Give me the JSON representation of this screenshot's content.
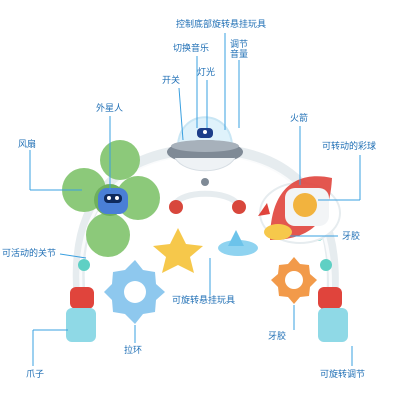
{
  "labels": {
    "bottom_rotate_pendant_control": "控制底部旋转悬挂玩具",
    "switch_music": "切换音乐",
    "lights": "灯光",
    "adjust_volume": "调节\n音量",
    "power_switch": "开关",
    "alien": "外星人",
    "rocket": "火箭",
    "fan": "风扇",
    "rotating_ball": "可转动的彩球",
    "teether_right": "牙胶",
    "movable_joint": "可活动的关节",
    "rotating_pendant_toys": "可旋转悬挂玩具",
    "ring": "拉环",
    "teether_bottom": "牙胶",
    "claw": "爪子",
    "rotating_adjust": "可旋转调节"
  },
  "colors": {
    "label_text": "#1f6fb5",
    "leader_line": "#3aa0e0",
    "arch": "#e9eef2",
    "teal": "#5fd0c4",
    "red": "#e0443c",
    "yellow": "#f6c84b",
    "blue": "#8fd3f0",
    "green": "#8cc97a",
    "orange": "#f29a4a"
  }
}
